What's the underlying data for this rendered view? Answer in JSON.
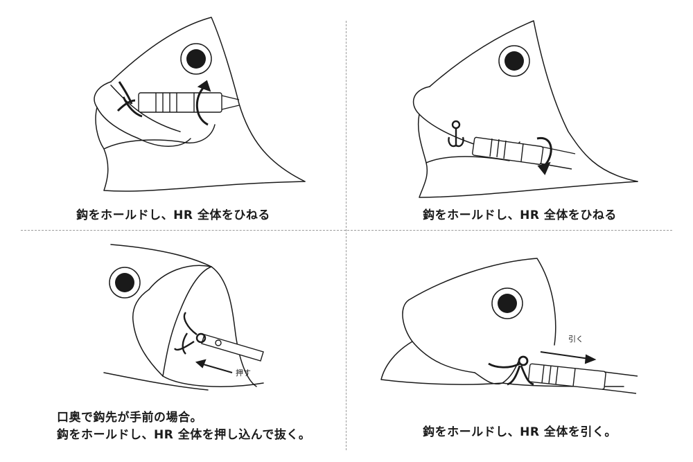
{
  "panels": [
    {
      "caption": "鈎をホールドし、HR 全体をひねる"
    },
    {
      "caption": "鈎をホールドし、HR 全体をひねる"
    },
    {
      "caption_lines": [
        "口奥で鈎先が手前の場合。",
        "鈎をホールドし、HR 全体を押し込んで抜く。"
      ],
      "annotation": "押す"
    },
    {
      "caption": "鈎をホールドし、HR 全体を引く。",
      "annotation": "引く"
    }
  ],
  "colors": {
    "line": "#1a1a1a",
    "divider": "#9a9a9a"
  }
}
